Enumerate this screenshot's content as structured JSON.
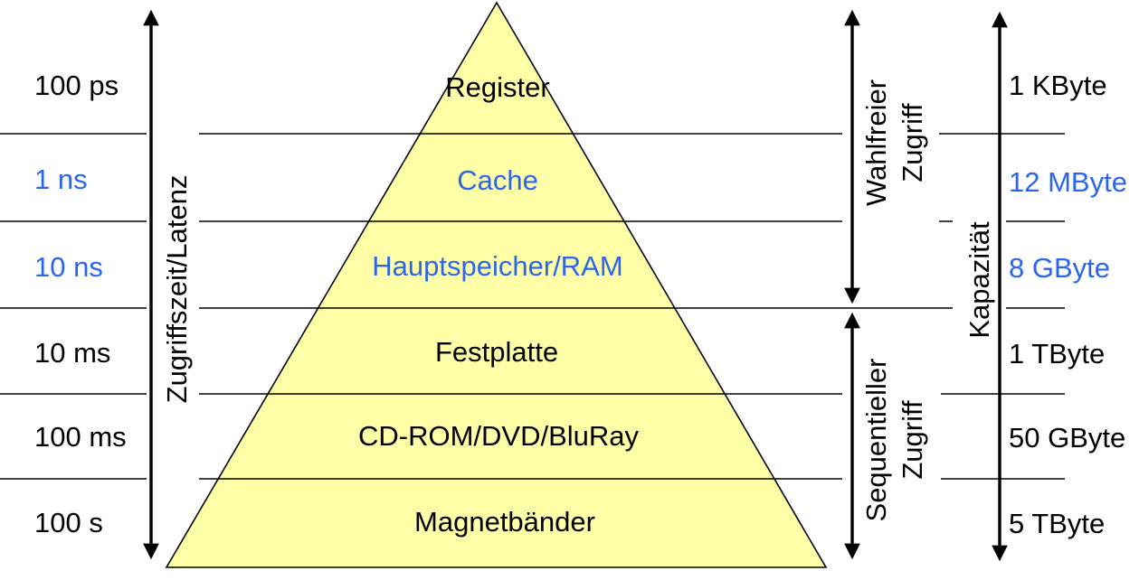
{
  "diagram": {
    "type": "memory-hierarchy-pyramid",
    "colors": {
      "pyramid_fill": "#ffffa8",
      "accent_blue": "#2b65ec",
      "line": "#000000"
    },
    "left_axis": {
      "label": "Zugriffszeit/Latenz"
    },
    "right_axis": {
      "label": "Kapazität"
    },
    "access_regions": {
      "random": {
        "line1": "Wahlfreier",
        "line2": "Zugriff"
      },
      "sequential": {
        "line1": "Sequentieller",
        "line2": "Zugriff"
      }
    },
    "levels": [
      {
        "name": "Register",
        "latency": "100 ps",
        "capacity": "1 KByte",
        "highlight": false
      },
      {
        "name": "Cache",
        "latency": "1 ns",
        "capacity": "12 MByte",
        "highlight": true
      },
      {
        "name": "Hauptspeicher/RAM",
        "latency": "10 ns",
        "capacity": "8 GByte",
        "highlight": true
      },
      {
        "name": "Festplatte",
        "latency": "10 ms",
        "capacity": "1 TByte",
        "highlight": false
      },
      {
        "name": "CD-ROM/DVD/BluRay",
        "latency": "100 ms",
        "capacity": "50 GByte",
        "highlight": false
      },
      {
        "name": "Magnetbänder",
        "latency": "100 s",
        "capacity": "5 TByte",
        "highlight": false
      }
    ]
  }
}
